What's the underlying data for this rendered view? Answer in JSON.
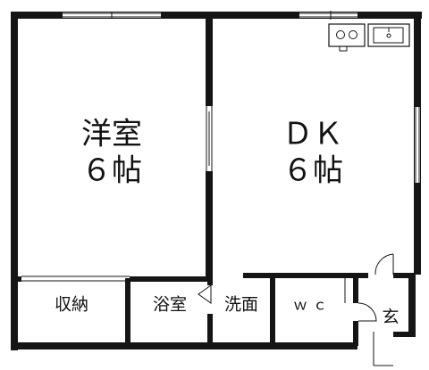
{
  "rooms": {
    "western_room": {
      "name": "洋室",
      "size": "６帖"
    },
    "dk": {
      "name": "ＤＫ",
      "size": "６帖"
    },
    "storage": {
      "name": "収納"
    },
    "bathroom": {
      "name": "浴室"
    },
    "washroom": {
      "name": "洗面"
    },
    "toilet": {
      "name": "ｗｃ"
    },
    "entrance": {
      "name": "玄"
    }
  }
}
